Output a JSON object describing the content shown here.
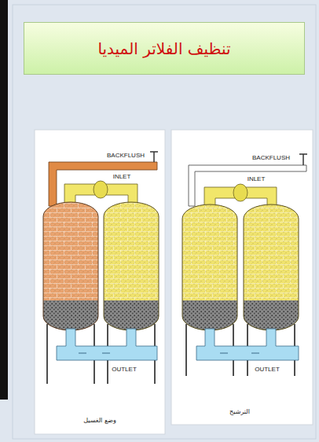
{
  "diagram": {
    "title": "تنظيف الفلاتر الميديا",
    "labels": [
      "BACKFLUSH",
      "INLET",
      "OUTLET",
      "وضع الغسيل",
      "BACKFLUSH",
      "INLET",
      "OUTLET",
      "الترشيح"
    ]
  }
}
